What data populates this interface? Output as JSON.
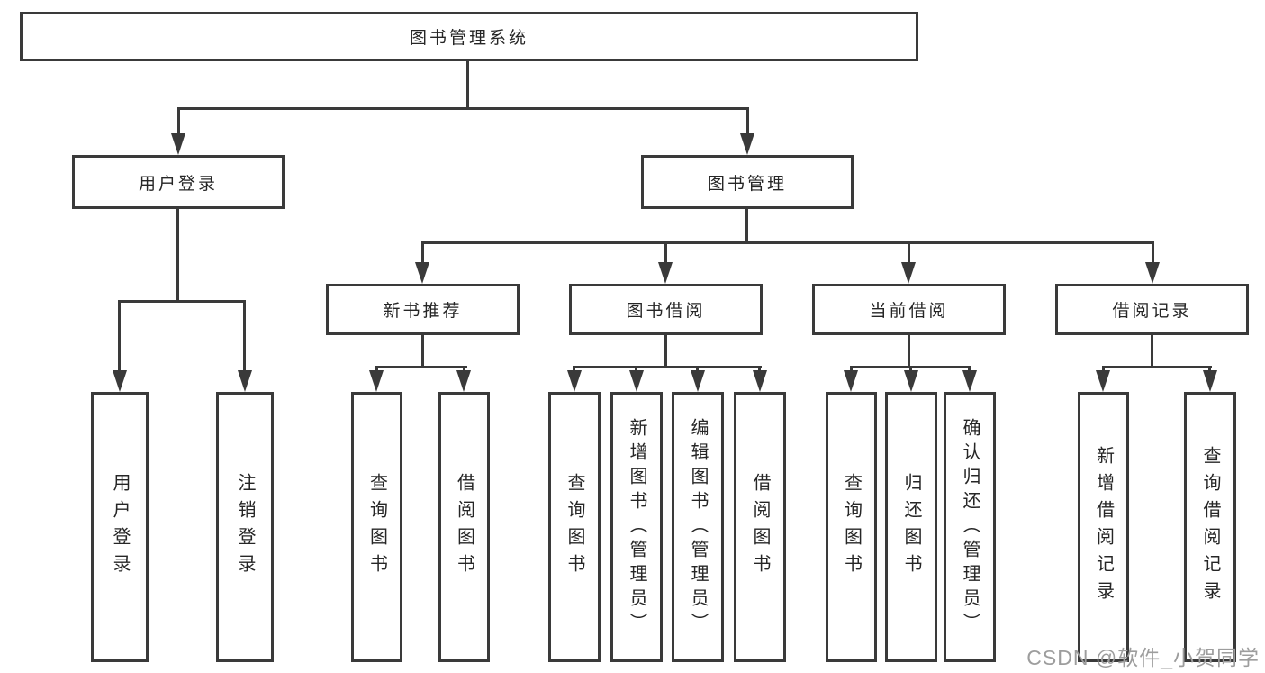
{
  "colors": {
    "line": "#3a3a3a",
    "text": "#262626",
    "background": "#ffffff",
    "watermark": "#9d9d9d"
  },
  "root": {
    "label": "图书管理系统"
  },
  "level2": {
    "user_login": {
      "label": "用户登录"
    },
    "book_management": {
      "label": "图书管理"
    }
  },
  "level3": {
    "new_book": {
      "label": "新书推荐"
    },
    "book_borrow": {
      "label": "图书借阅"
    },
    "current_borrow": {
      "label": "当前借阅"
    },
    "borrow_record": {
      "label": "借阅记录"
    }
  },
  "leaves": {
    "user_login": [
      "用户登录",
      "注销登录"
    ],
    "new_book": [
      "查询图书",
      "借阅图书"
    ],
    "book_borrow": [
      "查询图书",
      "新增图书（管理员）",
      "编辑图书（管理员）",
      "借阅图书"
    ],
    "current_borrow": [
      "查询图书",
      "归还图书",
      "确认归还（管理员）"
    ],
    "borrow_record": [
      "新增借阅记录",
      "查询借阅记录"
    ]
  },
  "watermark": {
    "text": "CSDN @软件_小贺同学"
  }
}
